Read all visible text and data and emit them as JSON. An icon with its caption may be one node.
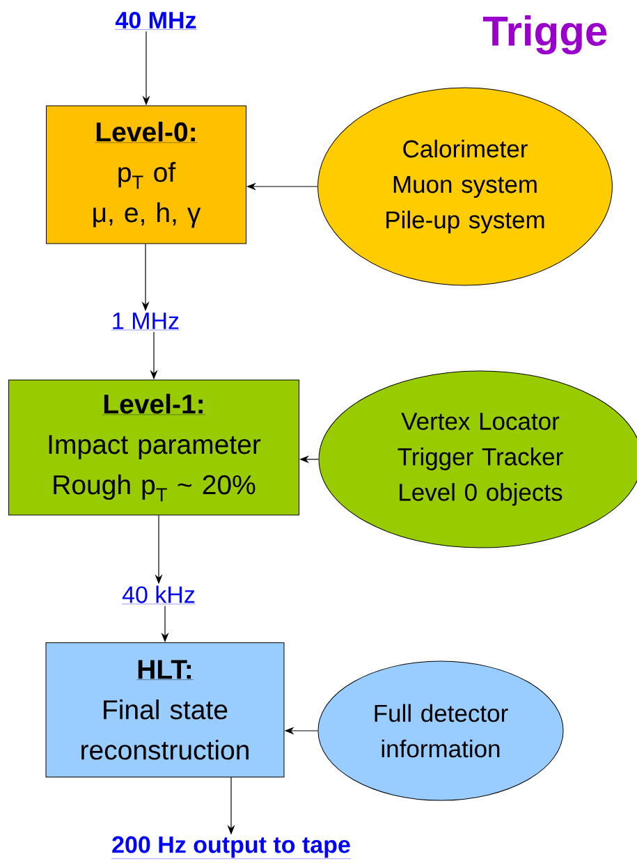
{
  "diagram": {
    "title": "Trigge",
    "nodes": [
      {
        "text": [
          "40 MHz"
        ]
      },
      {
        "text": [
          "Level-0:",
          "p$_{T}$ of",
          "μ, e, h, γ"
        ]
      },
      {
        "text": [
          "Calorimeter",
          "Muon system",
          "Pile-up system"
        ]
      },
      {
        "text": [
          "1 MHz"
        ]
      },
      {
        "text": [
          "Level-1:",
          "Impact parameter",
          "Rough p$_{T}$ ~ 20%"
        ]
      },
      {
        "text": [
          "Vertex Locator",
          "Trigger Tracker",
          "Level 0 objects"
        ]
      },
      {
        "text": [
          "40 kHz"
        ]
      },
      {
        "text": [
          "HLT:",
          "Final state reconstruction"
        ]
      },
      {
        "text": [
          "Full detector information"
        ]
      },
      {
        "text": [
          "200 Hz output to tape"
        ]
      }
    ],
    "edges": [
      {
        "from": 0,
        "to": 1,
        "arrow": "to"
      },
      {
        "from": 2,
        "to": 1,
        "arrow": "to"
      },
      {
        "from": 1,
        "to": 3,
        "arrow": "to"
      },
      {
        "from": 3,
        "to": 4,
        "arrow": "to"
      },
      {
        "from": 5,
        "to": 4,
        "arrow": "to"
      },
      {
        "from": 4,
        "to": 6,
        "arrow": "to"
      },
      {
        "from": 6,
        "to": 7,
        "arrow": "to"
      },
      {
        "from": 8,
        "to": 7,
        "arrow": "to"
      },
      {
        "from": 7,
        "to": 9,
        "arrow": "to"
      }
    ]
  }
}
